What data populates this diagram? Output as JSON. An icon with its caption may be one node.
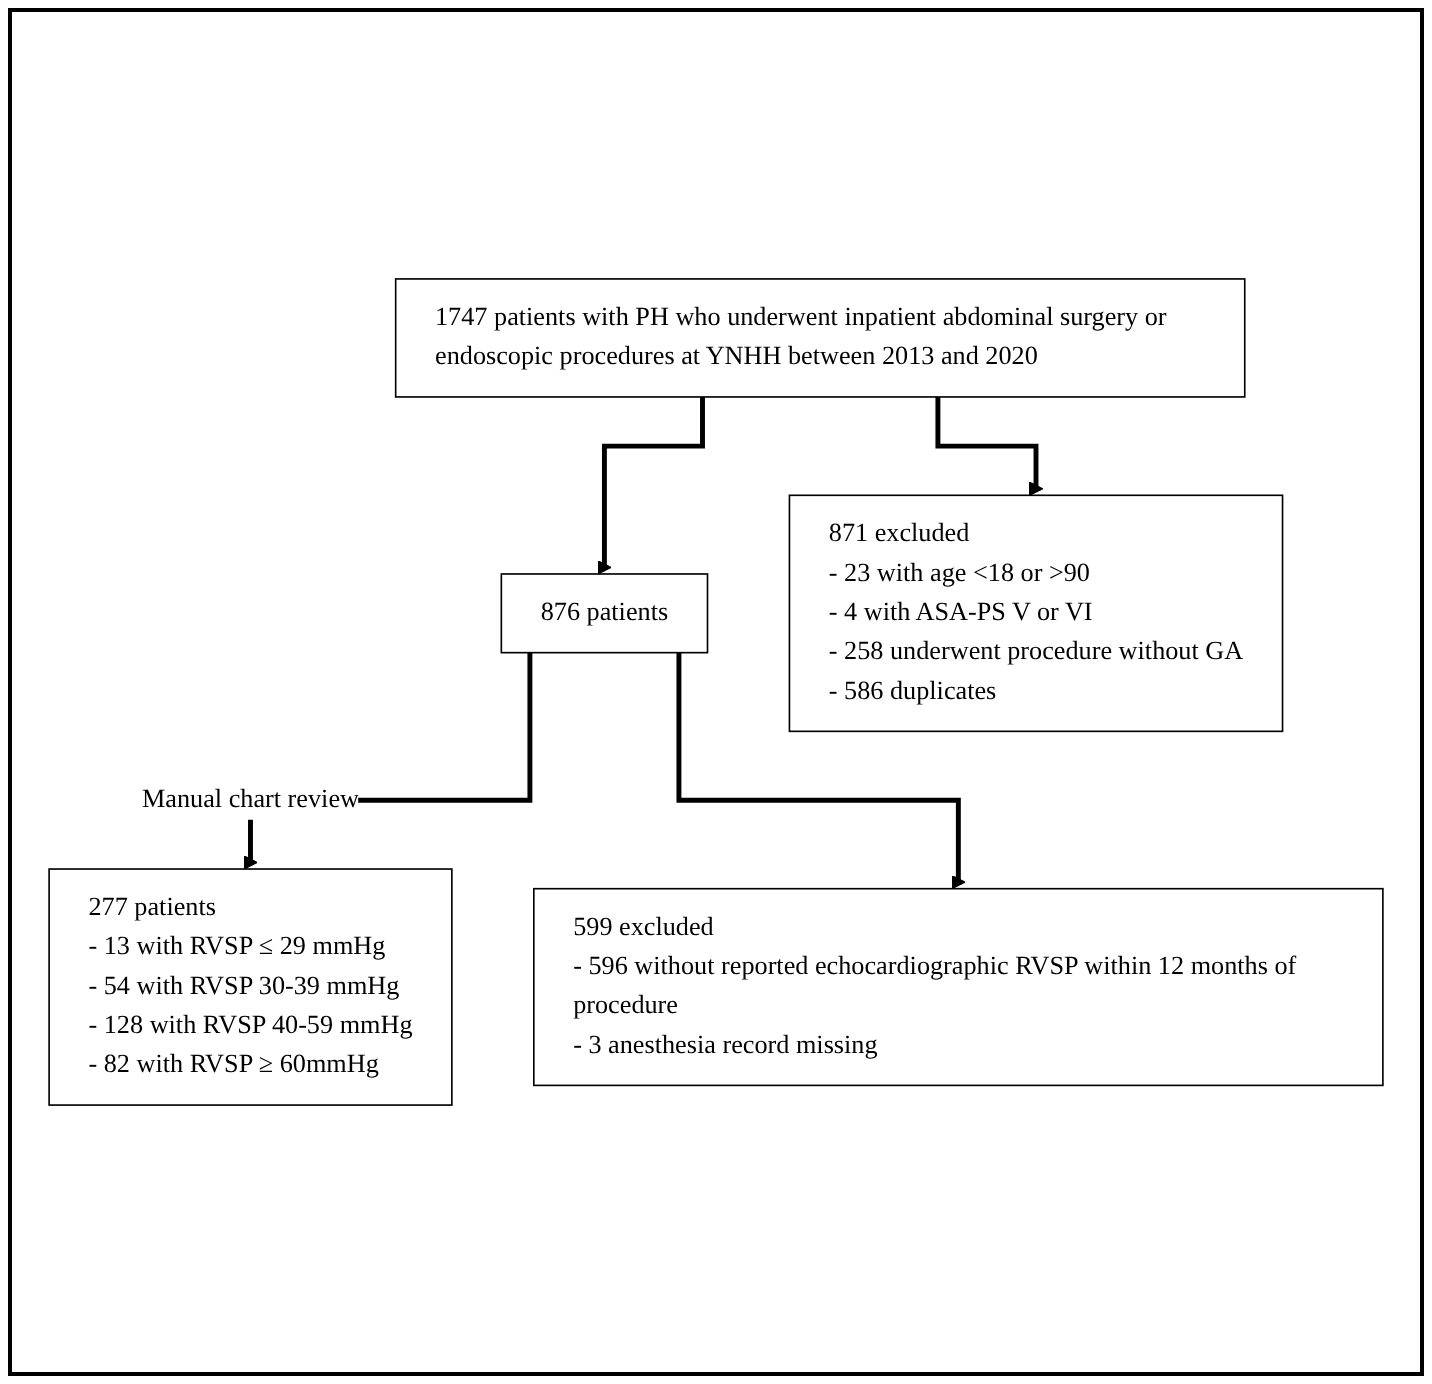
{
  "diagram": {
    "nodes": [
      {
        "text": [
          "1747 patients with PH who underwent inpatient abdominal surgery or endoscopic procedures at YNHH between 2013 and 2020"
        ]
      },
      {
        "text": [
          "871 excluded",
          "- 23 with age <18 or >90",
          "- 4 with ASA-PS V or VI",
          "- 258 underwent procedure without GA",
          "- 586 duplicates"
        ]
      },
      {
        "text": [
          "876 patients"
        ]
      },
      {
        "text": [
          "599 excluded",
          "- 596 without reported echocardiographic RVSP within 12 months of procedure",
          "- 3 anesthesia record missing"
        ]
      },
      {
        "text": [
          "277 patients",
          "- 13 with RVSP ≤ 29 mmHg",
          "- 54 with RVSP 30-39 mmHg",
          "- 128 with RVSP 40-59 mmHg",
          "- 82 with RVSP ≥ 60mmHg"
        ]
      }
    ],
    "edges": [
      {
        "from": 0,
        "to": 2,
        "arrow": "to"
      },
      {
        "from": 0,
        "to": 1,
        "arrow": "to"
      },
      {
        "from": 2,
        "to": 4,
        "arrow": "to",
        "label": "Manual chart review"
      },
      {
        "from": 2,
        "to": 3,
        "arrow": "to"
      }
    ]
  }
}
